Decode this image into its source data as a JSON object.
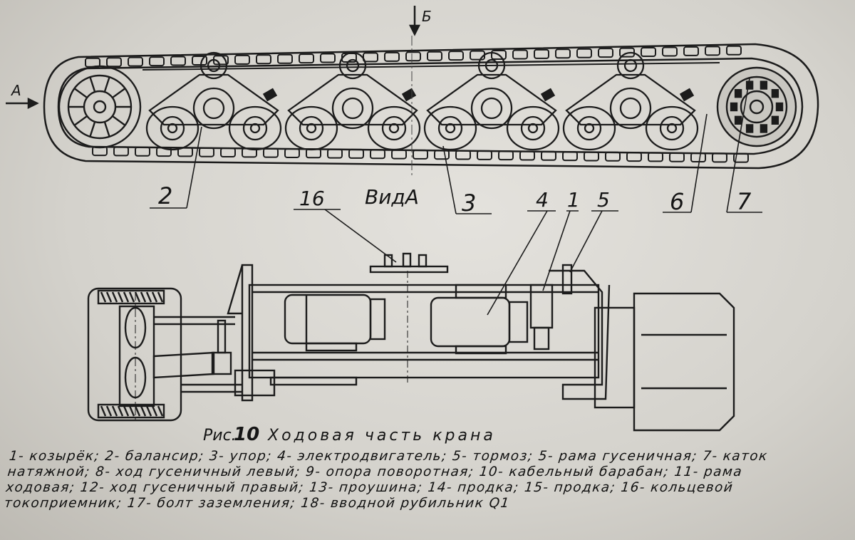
{
  "labels": {
    "arrow_a": "А",
    "arrow_b": "Б",
    "view_title": "ВидА",
    "callouts": [
      "2",
      "3",
      "6",
      "7",
      "16",
      "4",
      "1",
      "5"
    ]
  },
  "caption": {
    "prefix": "Рис.",
    "number": "10",
    "title": "Ходовая часть крана"
  },
  "legend_lines": [
    "1- козырёк; 2- балансир; 3- упор; 4- электродвигатель; 5- тормоз; 5- рама гусеничная; 7- каток",
    "натяжной; 8- ход гусеничный левый; 9- опора поворотная; 10- кабельный барабан; 11- рама",
    "ходовая; 12- ход гусеничный правый; 13- проушина; 14- продка; 15- продка; 16- кольцевой",
    "токоприемник; 17- болт заземления; 18- вводной рубильник Q1"
  ],
  "colors": {
    "paper": "#d6d4cf",
    "ink": "#1c1c1c"
  }
}
